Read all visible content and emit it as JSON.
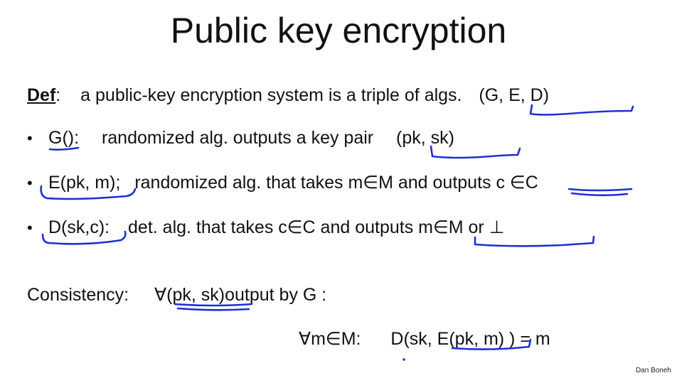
{
  "slide": {
    "title": "Public key encryption",
    "definition": {
      "label": "Def",
      "separator": ":",
      "text": "a public-key encryption system is a triple of algs.",
      "triple": "(G, E, D)"
    },
    "bullets": [
      {
        "symbol": "•",
        "name": "G():",
        "text": "randomized alg. outputs a key pair",
        "tail": "(pk,  sk)"
      },
      {
        "symbol": "•",
        "name": "E(pk, m);",
        "text": "randomized alg. that takes  m∈M and outputs",
        "tail": "c ∈C"
      },
      {
        "symbol": "•",
        "name": "D(sk,c):",
        "text": "det.  alg. that takes  c∈C and outputs",
        "tail": "m∈M or ⊥"
      }
    ],
    "consistency": {
      "label": "Consistency:",
      "quantifier": "∀(pk,  sk)",
      "text": "output by G :",
      "equation_lhs": "∀m∈M:",
      "equation": "D(sk,  E(pk, m) ) = m"
    },
    "author": "Dan Boneh"
  },
  "colors": {
    "ink": "#1f2fd6",
    "text": "#111111",
    "background": "#ffffff"
  }
}
